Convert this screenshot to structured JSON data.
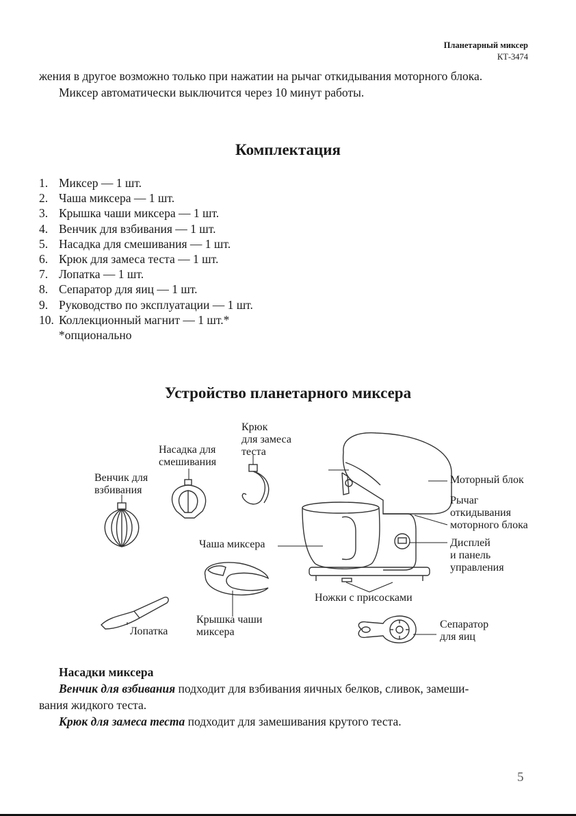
{
  "header": {
    "title": "Планетарный миксер",
    "model": "КТ-3474"
  },
  "intro": {
    "line1": "жения в другое возможно только при нажатии на рычаг откидывания моторного блока.",
    "line2": "Миксер автоматически выключится через 10 минут работы."
  },
  "kit": {
    "title": "Комплектация",
    "items": [
      {
        "n": "1.",
        "t": "Миксер — 1 шт."
      },
      {
        "n": "2.",
        "t": "Чаша миксера — 1 шт."
      },
      {
        "n": "3.",
        "t": "Крышка чаши миксера — 1 шт."
      },
      {
        "n": "4.",
        "t": "Венчик для взбивания — 1 шт."
      },
      {
        "n": "5.",
        "t": "Насадка для смешивания — 1 шт."
      },
      {
        "n": "6.",
        "t": "Крюк для замеса теста — 1 шт."
      },
      {
        "n": "7.",
        "t": "Лопатка — 1 шт."
      },
      {
        "n": "8.",
        "t": "Сепаратор для яиц — 1 шт."
      },
      {
        "n": "9.",
        "t": "Руководство по эксплуатации — 1 шт."
      },
      {
        "n": "10.",
        "t": "Коллекционный магнит — 1 шт.*"
      }
    ],
    "note": "*опционально"
  },
  "device": {
    "title": "Устройство планетарного миксера",
    "labels": {
      "hook": [
        "Крюк",
        "для замеса",
        "теста"
      ],
      "mix": [
        "Насадка для",
        "смешивания"
      ],
      "whisk": [
        "Венчик для",
        "взбивания"
      ],
      "motor": [
        "Моторный блок"
      ],
      "lever": [
        "Рычаг",
        "откидывания",
        "моторного блока"
      ],
      "bowl": [
        "Чаша миксера"
      ],
      "display": [
        "Дисплей",
        "и панель",
        "управления"
      ],
      "feet": [
        "Ножки с присосками"
      ],
      "spatula": [
        "Лопатка"
      ],
      "lid": [
        "Крышка чаши",
        "миксера"
      ],
      "separator": [
        "Сепаратор",
        "для яиц"
      ]
    }
  },
  "attachments": {
    "title": "Насадки миксера",
    "whisk_term": "Венчик для взбивания",
    "whisk_rest1": " подходит для взбивания яичных белков, сливок, замеши-",
    "whisk_rest2": "вания жидкого теста.",
    "hook_term": "Крюк для замеса теста",
    "hook_rest": " подходит для замешивания крутого теста."
  },
  "page_number": "5"
}
